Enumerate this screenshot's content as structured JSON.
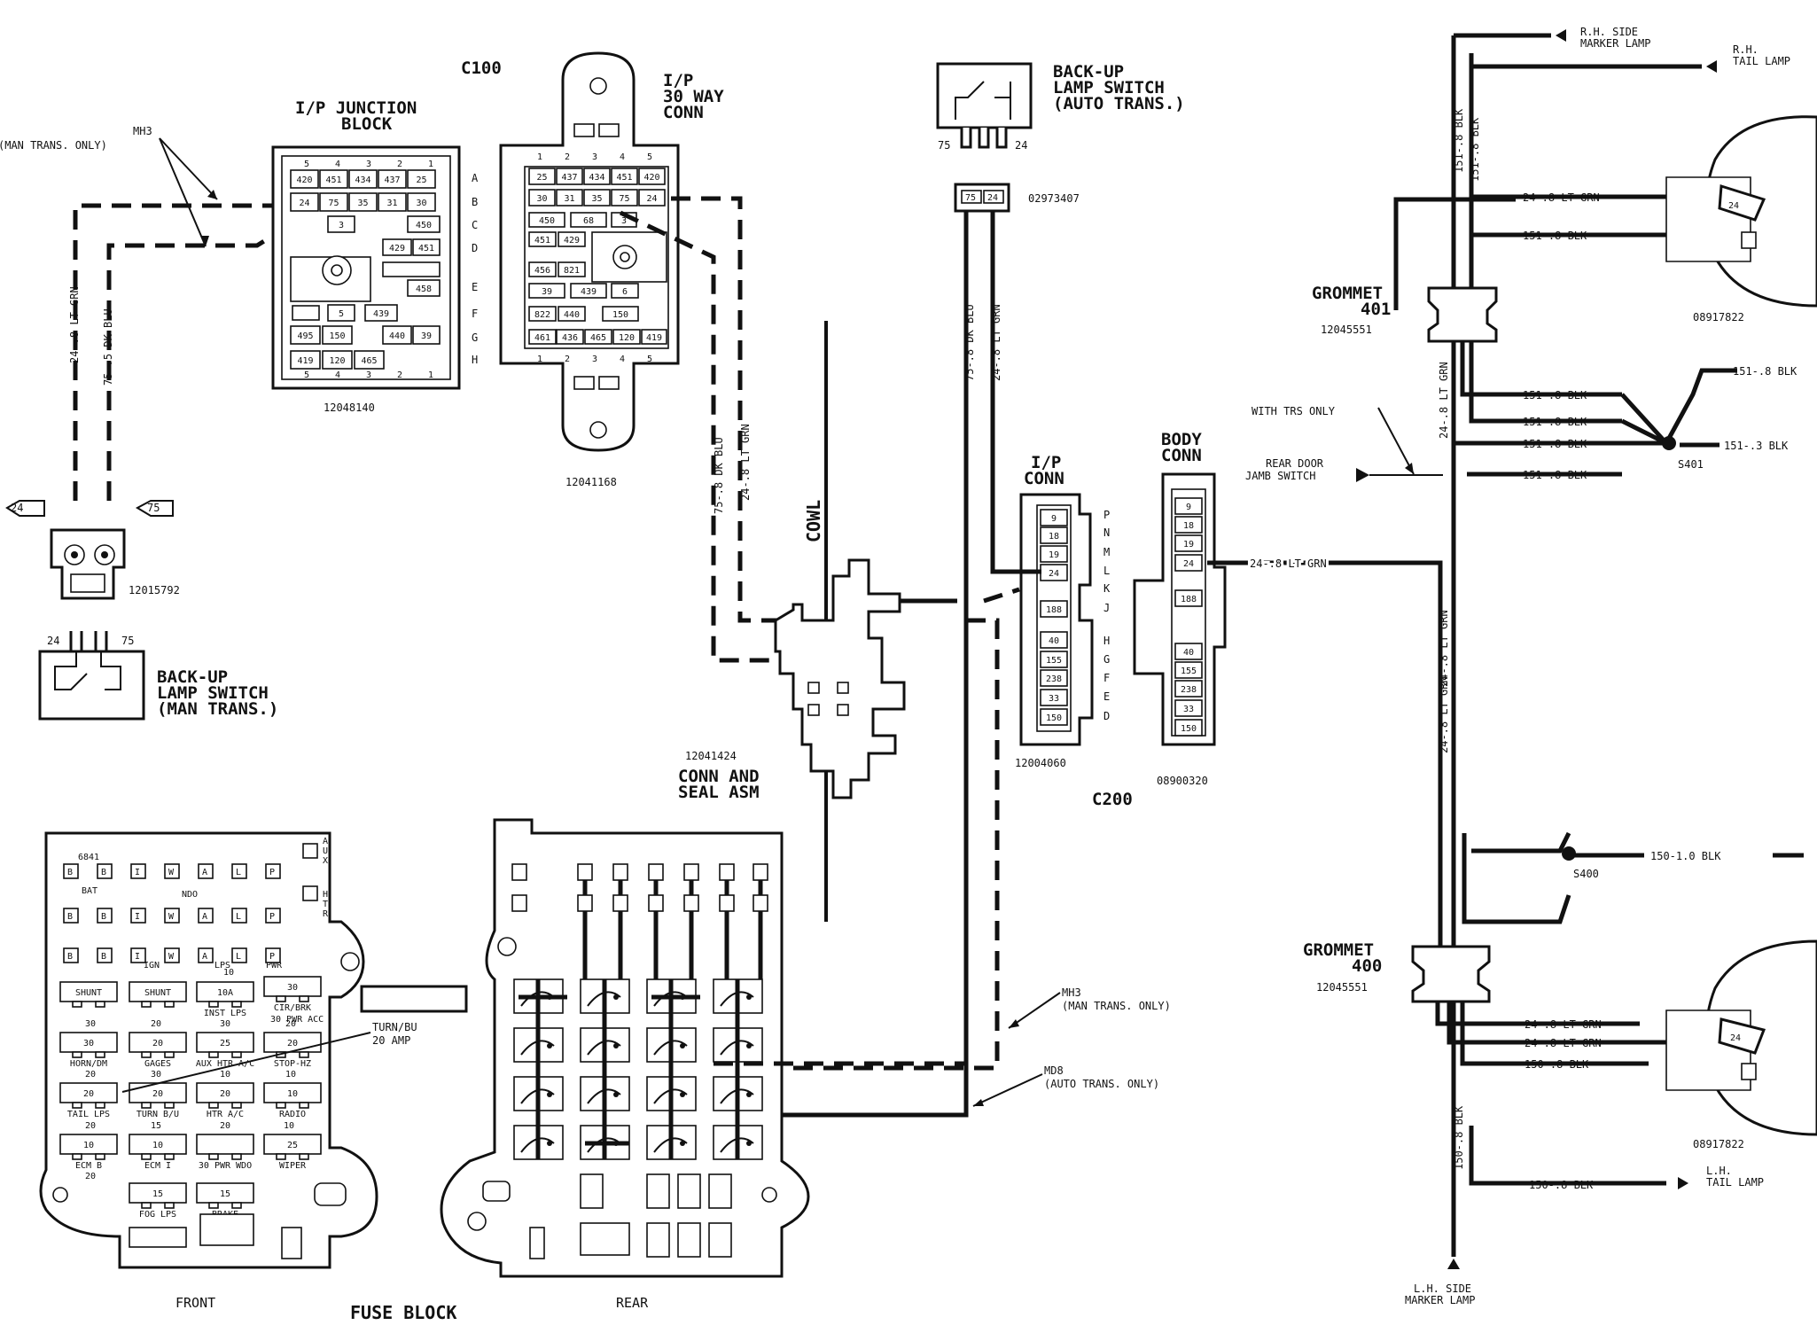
{
  "ip_junction_block": {
    "connector": "C100",
    "title": [
      "I/P JUNCTION",
      "BLOCK"
    ],
    "part_number": "12048140",
    "col_labels": [
      "5",
      "4",
      "3",
      "2",
      "1"
    ],
    "row_labels": [
      "A",
      "B",
      "C",
      "D",
      "E",
      "F",
      "G",
      "H"
    ],
    "row_a": [
      "420",
      "451",
      "434",
      "437",
      "25"
    ],
    "row_b": [
      "24",
      "75",
      "35",
      "31",
      "30"
    ],
    "cells_misc": [
      "3",
      "450",
      "429",
      "451",
      "458",
      "5",
      "439",
      "495",
      "150",
      "440",
      "39",
      "419",
      "120",
      "465"
    ]
  },
  "ip_30_way": {
    "title": [
      "I/P",
      "30 WAY",
      "CONN"
    ],
    "part_number": "12041168",
    "col_labels": [
      "1",
      "2",
      "3",
      "4",
      "5"
    ],
    "row_a": [
      "25",
      "437",
      "434",
      "451",
      "420"
    ],
    "row_b": [
      "30",
      "31",
      "35",
      "75",
      "24"
    ],
    "cells_misc": [
      "450",
      "68",
      "3",
      "451",
      "429",
      "456",
      "821",
      "39",
      "439",
      "6",
      "822",
      "440",
      "150",
      "461",
      "436",
      "465",
      "120",
      "419"
    ]
  },
  "backup_switch_auto": {
    "title": [
      "BACK-UP",
      "LAMP SWITCH",
      "(AUTO TRANS.)"
    ],
    "pins": [
      "75",
      "24"
    ],
    "connector_part": "02973407",
    "connector_pins": [
      "75",
      "24"
    ]
  },
  "backup_switch_man": {
    "title": [
      "BACK-UP",
      "LAMP SWITCH",
      "(MAN TRANS.)"
    ],
    "pins": [
      "24",
      "75"
    ],
    "connector_part": "12015792",
    "connector_tags": [
      "24",
      "75"
    ]
  },
  "mh3_top": [
    "MH3",
    "(MAN TRANS. ONLY)"
  ],
  "wire_labels": {
    "w24_lt_grn": "24-.8 LT GRN",
    "w75_dk_blu": "75-.5 DK BLU",
    "w75_dk_blu_8": "75-.8 DK BLU",
    "w24_lt_grn_mid": "24-.8 LT GRN",
    "w151_blk": "151-.8 BLK",
    "w151_blk_3": "151-.3 BLK",
    "w150_blk": "150-.8 BLK",
    "w150_1_blk": "150-1.0 BLK"
  },
  "cowl": "COWL",
  "conn_seal": {
    "part_number": "12041424",
    "title": [
      "CONN AND",
      "SEAL ASM"
    ]
  },
  "ip_conn": {
    "title": [
      "I/P",
      "CONN"
    ],
    "part_number": "12004060",
    "pins": [
      "9",
      "18",
      "19",
      "24",
      "188",
      "40",
      "155",
      "238",
      "33",
      "150"
    ],
    "letters": [
      "P",
      "N",
      "M",
      "L",
      "K",
      "J",
      "H",
      "G",
      "F",
      "E",
      "D"
    ]
  },
  "body_conn": {
    "title": [
      "BODY",
      "CONN"
    ],
    "part_number": "08900320",
    "pins": [
      "9",
      "18",
      "19",
      "24",
      "188",
      "40",
      "155",
      "238",
      "33",
      "150"
    ]
  },
  "c200": "C200",
  "mh3_bottom": [
    "MH3",
    "(MAN TRANS. ONLY)"
  ],
  "md8": [
    "MD8",
    "(AUTO TRANS. ONLY)"
  ],
  "right": {
    "rh_side_marker": [
      "R.H. SIDE",
      "MARKER LAMP"
    ],
    "rh_tail": [
      "R.H.",
      "TAIL LAMP"
    ],
    "grommet_401": [
      "GROMMET",
      "401"
    ],
    "grommet_401_part": "12045551",
    "lamp_part_top": "08917822",
    "with_trs": "WITH TRS ONLY",
    "rear_door": [
      "REAR DOOR",
      "JAMB SWITCH"
    ],
    "s401": "S401",
    "s400": "S400",
    "grommet_400": [
      "GROMMET",
      "400"
    ],
    "grommet_400_part": "12045551",
    "lamp_part_bottom": "08917822",
    "lh_tail": [
      "L.H.",
      "TAIL LAMP"
    ],
    "lh_side_marker": [
      "L.H. SIDE",
      "MARKER LAMP"
    ],
    "bulb_tag": "24"
  },
  "fuse_block": {
    "title": "FUSE BLOCK",
    "front": "FRONT",
    "rear": "REAR",
    "hot_in_run": "HOT IN RUN",
    "turn_bu": [
      "TURN/BU",
      "20 AMP"
    ],
    "small_labels": [
      "6841",
      "BAT",
      "NDO",
      "IGN",
      "LPS",
      "PWR",
      "A",
      "U",
      "X",
      "H",
      "T",
      "R"
    ],
    "fuses": [
      {
        "val": "SHUNT",
        "lbl": ""
      },
      {
        "val": "SHUNT",
        "lbl": ""
      },
      {
        "val": "10A",
        "lbl": "INST LPS"
      },
      {
        "val": "30",
        "lbl": "CIR/BRK"
      },
      {
        "val": "30",
        "lbl": "HORN/DM"
      },
      {
        "val": "20",
        "lbl": "GAGES"
      },
      {
        "val": "25",
        "lbl": "AUX HTR A/C"
      },
      {
        "val": "20",
        "lbl": "STOP-HZ"
      },
      {
        "val": "20",
        "lbl": "TAIL LPS"
      },
      {
        "val": "20",
        "lbl": "TURN B/U"
      },
      {
        "val": "20",
        "lbl": "HTR A/C"
      },
      {
        "val": "10",
        "lbl": "RADIO"
      },
      {
        "val": "10",
        "lbl": "ECM B"
      },
      {
        "val": "10",
        "lbl": "ECM I"
      },
      {
        "val": "",
        "lbl": "30 PWR WDO"
      },
      {
        "val": "25",
        "lbl": "WIPER"
      },
      {
        "val": "15",
        "lbl": "FOG LPS"
      },
      {
        "val": "15",
        "lbl": "BRAKE"
      }
    ],
    "sub_labels": [
      "10",
      "30",
      "20",
      "30",
      "20",
      "20",
      "30",
      "10",
      "10",
      "20",
      "15",
      "20",
      "10",
      "20",
      "30 PWR ACC"
    ]
  }
}
